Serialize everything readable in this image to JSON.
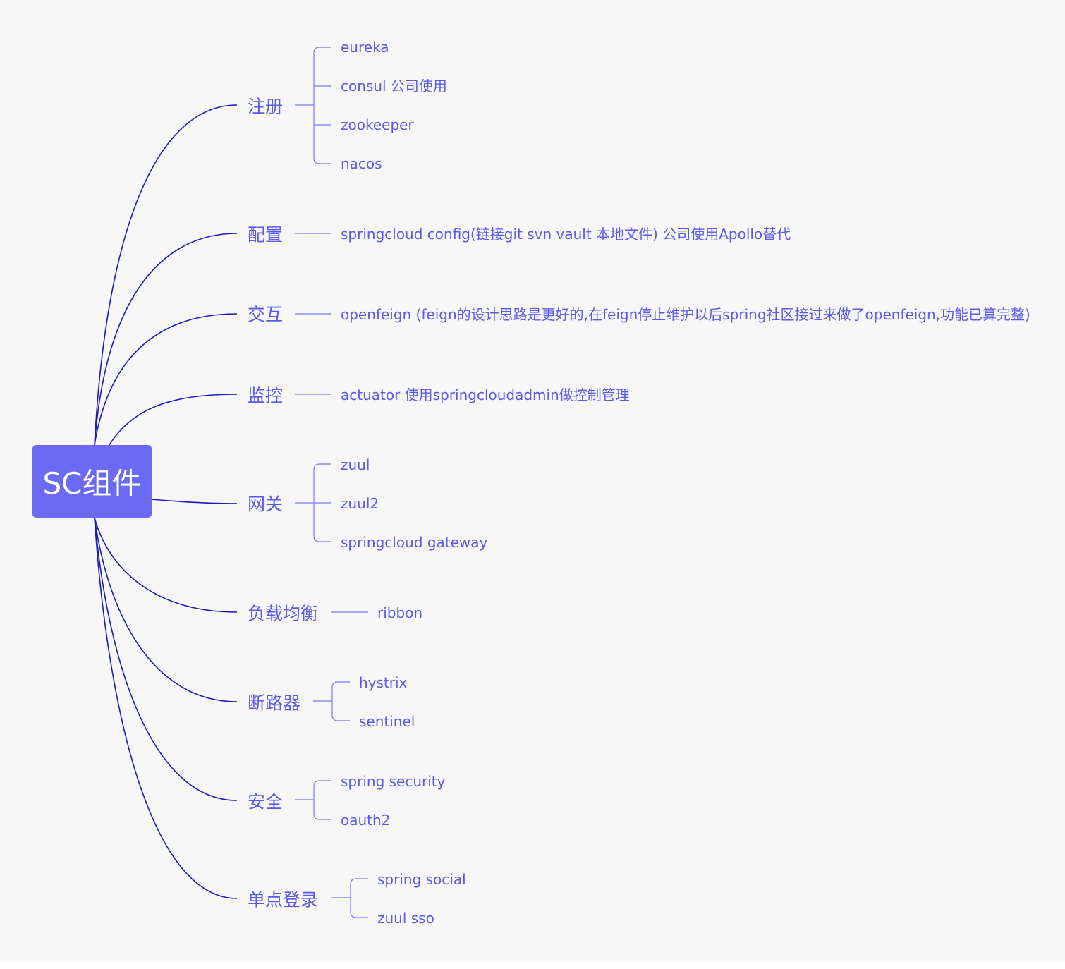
{
  "root": {
    "label": "SC组件"
  },
  "branches": [
    {
      "label": "注册",
      "children": [
        "eureka",
        "consul 公司使用",
        "zookeeper",
        "nacos"
      ]
    },
    {
      "label": "配置",
      "children": [
        "springcloud config(链接git svn vault 本地文件) 公司使用Apollo替代"
      ]
    },
    {
      "label": "交互",
      "children": [
        "openfeign (feign的设计思路是更好的,在feign停止维护以后spring社区接过来做了openfeign,功能已算完整)"
      ]
    },
    {
      "label": "监控",
      "children": [
        "actuator 使用springcloudadmin做控制管理"
      ]
    },
    {
      "label": "网关",
      "children": [
        "zuul",
        "zuul2",
        "springcloud gateway"
      ]
    },
    {
      "label": "负载均衡",
      "children": [
        "ribbon"
      ]
    },
    {
      "label": "断路器",
      "children": [
        "hystrix",
        "sentinel"
      ]
    },
    {
      "label": "安全",
      "children": [
        "spring security",
        "oauth2"
      ]
    },
    {
      "label": "单点登录",
      "children": [
        "spring social",
        "zuul sso"
      ]
    }
  ],
  "colors": {
    "background": "#f7f7f7",
    "root_fill": "#6a6af4",
    "root_text": "#ffffff",
    "main_line": "#1a1ab8",
    "bracket_line": "#7a7af0",
    "text": "#5a5ae6"
  }
}
